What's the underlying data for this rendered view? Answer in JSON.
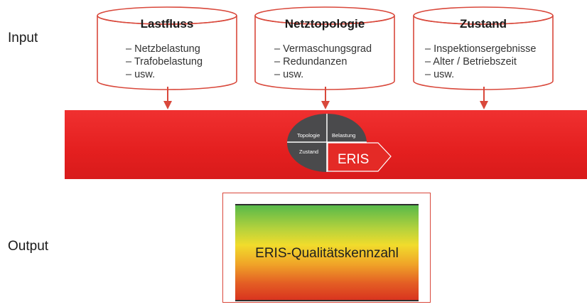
{
  "labels": {
    "input": "Input",
    "output": "Output"
  },
  "databases": [
    {
      "title": "Lastfluss",
      "items": [
        "– Netzbelastung",
        "– Trafobelastung",
        "– usw."
      ]
    },
    {
      "title": "Netztopologie",
      "items": [
        "– Vermaschungsgrad",
        "– Redundanzen",
        "– usw."
      ]
    },
    {
      "title": "Zustand",
      "items": [
        "– Inspektionsergebnisse",
        "– Alter / Betriebszeit",
        "– usw."
      ]
    }
  ],
  "eris": {
    "quadrants": {
      "topology": "Topologie",
      "load": "Belastung",
      "condition": "Zustand"
    },
    "tag": "ERIS"
  },
  "output": {
    "text": "ERIS-Qualitätskennzahl"
  },
  "colors": {
    "accent": "#e41f1f",
    "dark": "#4a4a4c"
  }
}
